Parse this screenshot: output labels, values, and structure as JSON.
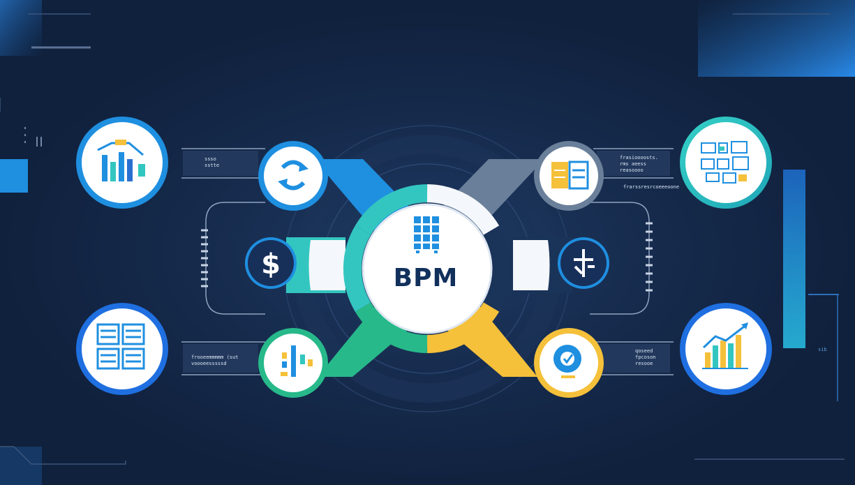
{
  "diagram": {
    "center_label": "BPM",
    "center_icon": "building-grid-icon",
    "colors": {
      "background": "#142847",
      "teal": "#33c6c0",
      "blue": "#1f8fe0",
      "green": "#27b98a",
      "yellow": "#f5c03a",
      "grey": "#6a7f99",
      "white": "#ffffff"
    },
    "nodes": [
      {
        "id": "top-left-outer",
        "icon": "workflow-chart-icon",
        "ring": "#1f8fe0"
      },
      {
        "id": "top-left-inner",
        "icon": "refresh-arrows-icon",
        "ring": "#1f8fe0"
      },
      {
        "id": "mid-left",
        "icon": "dollar-icon",
        "symbol": "$",
        "ring": "#1f8fe0"
      },
      {
        "id": "bottom-left-inner",
        "icon": "tools-icon",
        "ring": "#27b98a"
      },
      {
        "id": "bottom-left-outer",
        "icon": "forms-grid-icon",
        "ring": "#1f6fe0"
      },
      {
        "id": "top-right-inner",
        "icon": "document-list-icon",
        "ring": "#6a7f99"
      },
      {
        "id": "top-right-outer",
        "icon": "dashboard-widgets-icon",
        "ring": "#2fd6c0"
      },
      {
        "id": "mid-right",
        "icon": "branch-icon",
        "ring": "#1f8fe0"
      },
      {
        "id": "bottom-right-inner",
        "icon": "gear-check-icon",
        "ring": "#f5c03a"
      },
      {
        "id": "bottom-right-outer",
        "icon": "bar-chart-growth-icon",
        "ring": "#1f6fe0"
      }
    ],
    "labels": {
      "top_left": "ssso\nsstte",
      "bottom_left": "frooeemmmmm (sut\nvoooeesssssd",
      "top_right": "frasioooosts.\nrms aeess\nreasoooo",
      "top_right_sub": "frarssresrcoeeeoone",
      "bottom_right": "qoseed\nfpcoson\nresooe",
      "right_edge": "sib"
    }
  }
}
